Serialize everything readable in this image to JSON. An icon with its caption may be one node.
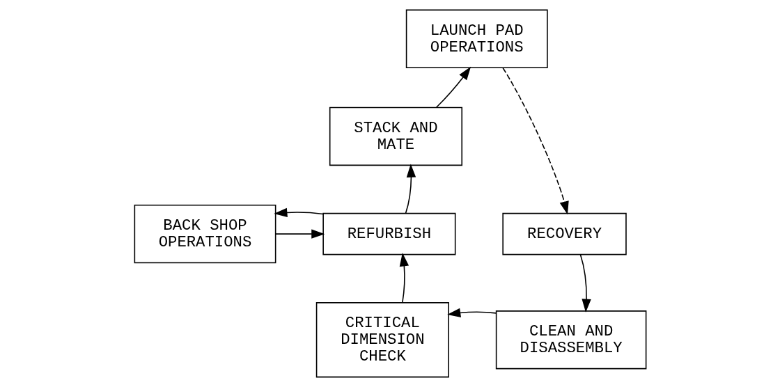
{
  "diagram": {
    "nodes": [
      {
        "text": [
          "LAUNCH PAD OPERATIONS"
        ]
      },
      {
        "text": [
          "STACK AND MATE"
        ]
      },
      {
        "text": [
          "RECOVERY"
        ]
      },
      {
        "text": [
          "BACK SHOP OPERATIONS"
        ]
      },
      {
        "text": [
          "REFURBISH"
        ]
      },
      {
        "text": [
          "CRITICAL DIMENSION CHECK"
        ]
      },
      {
        "text": [
          "CLEAN AND DISASSEMBLY"
        ]
      }
    ],
    "edges": [
      {
        "from": 1,
        "to": 0,
        "arrow": "to"
      },
      {
        "from": 0,
        "to": 2,
        "arrow": "to",
        "style": "dashed"
      },
      {
        "from": 3,
        "to": 4,
        "arrow": "to"
      },
      {
        "from": 4,
        "to": 3,
        "arrow": "to"
      },
      {
        "from": 4,
        "to": 1,
        "arrow": "to"
      },
      {
        "from": 5,
        "to": 4,
        "arrow": "to"
      },
      {
        "from": 2,
        "to": 6,
        "arrow": "to"
      },
      {
        "from": 6,
        "to": 5,
        "arrow": "to"
      }
    ]
  }
}
